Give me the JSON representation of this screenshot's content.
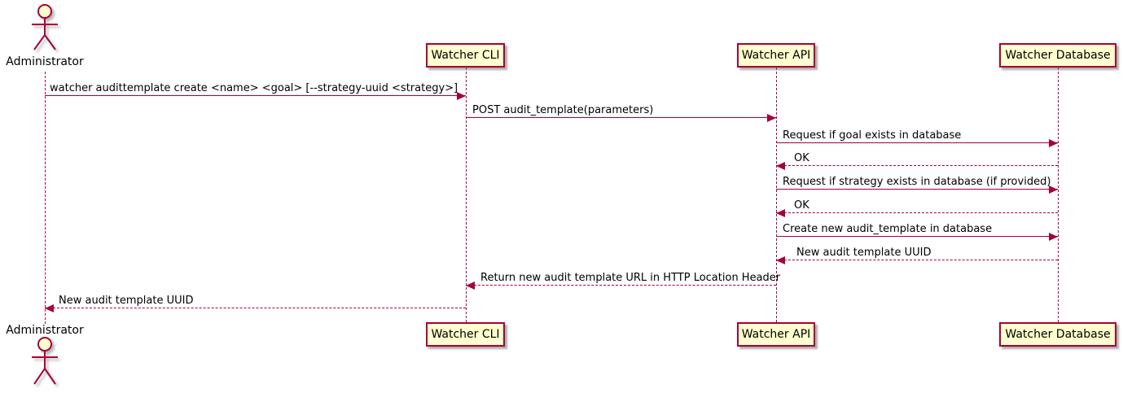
{
  "diagram": {
    "type": "sequence",
    "colors": {
      "accent": "#A80036",
      "participant_fill": "#FEFECE",
      "text": "#000000",
      "background": "#FFFFFF",
      "shadow": "#6E6E6E"
    },
    "actor": {
      "name": "Administrator"
    },
    "participants": [
      {
        "label": "Watcher CLI"
      },
      {
        "label": "Watcher API"
      },
      {
        "label": "Watcher Database"
      }
    ],
    "messages": [
      {
        "from": "Administrator",
        "to": "Watcher CLI",
        "style": "solid",
        "label": "watcher audittemplate create <name> <goal> [--strategy-uuid <strategy>]"
      },
      {
        "from": "Watcher CLI",
        "to": "Watcher API",
        "style": "solid",
        "label": "POST audit_template(parameters)"
      },
      {
        "from": "Watcher API",
        "to": "Watcher Database",
        "style": "solid",
        "label": "Request if goal exists in database"
      },
      {
        "from": "Watcher Database",
        "to": "Watcher API",
        "style": "dashed",
        "label": "OK"
      },
      {
        "from": "Watcher API",
        "to": "Watcher Database",
        "style": "solid",
        "label": "Request if strategy exists in database (if provided)"
      },
      {
        "from": "Watcher Database",
        "to": "Watcher API",
        "style": "dashed",
        "label": "OK"
      },
      {
        "from": "Watcher API",
        "to": "Watcher Database",
        "style": "solid",
        "label": "Create new audit_template in database"
      },
      {
        "from": "Watcher Database",
        "to": "Watcher API",
        "style": "dashed",
        "label": "New audit template UUID"
      },
      {
        "from": "Watcher API",
        "to": "Watcher CLI",
        "style": "dashed",
        "label": "Return new audit template URL in HTTP Location Header"
      },
      {
        "from": "Watcher CLI",
        "to": "Administrator",
        "style": "dashed",
        "label": "New audit template UUID"
      }
    ]
  }
}
